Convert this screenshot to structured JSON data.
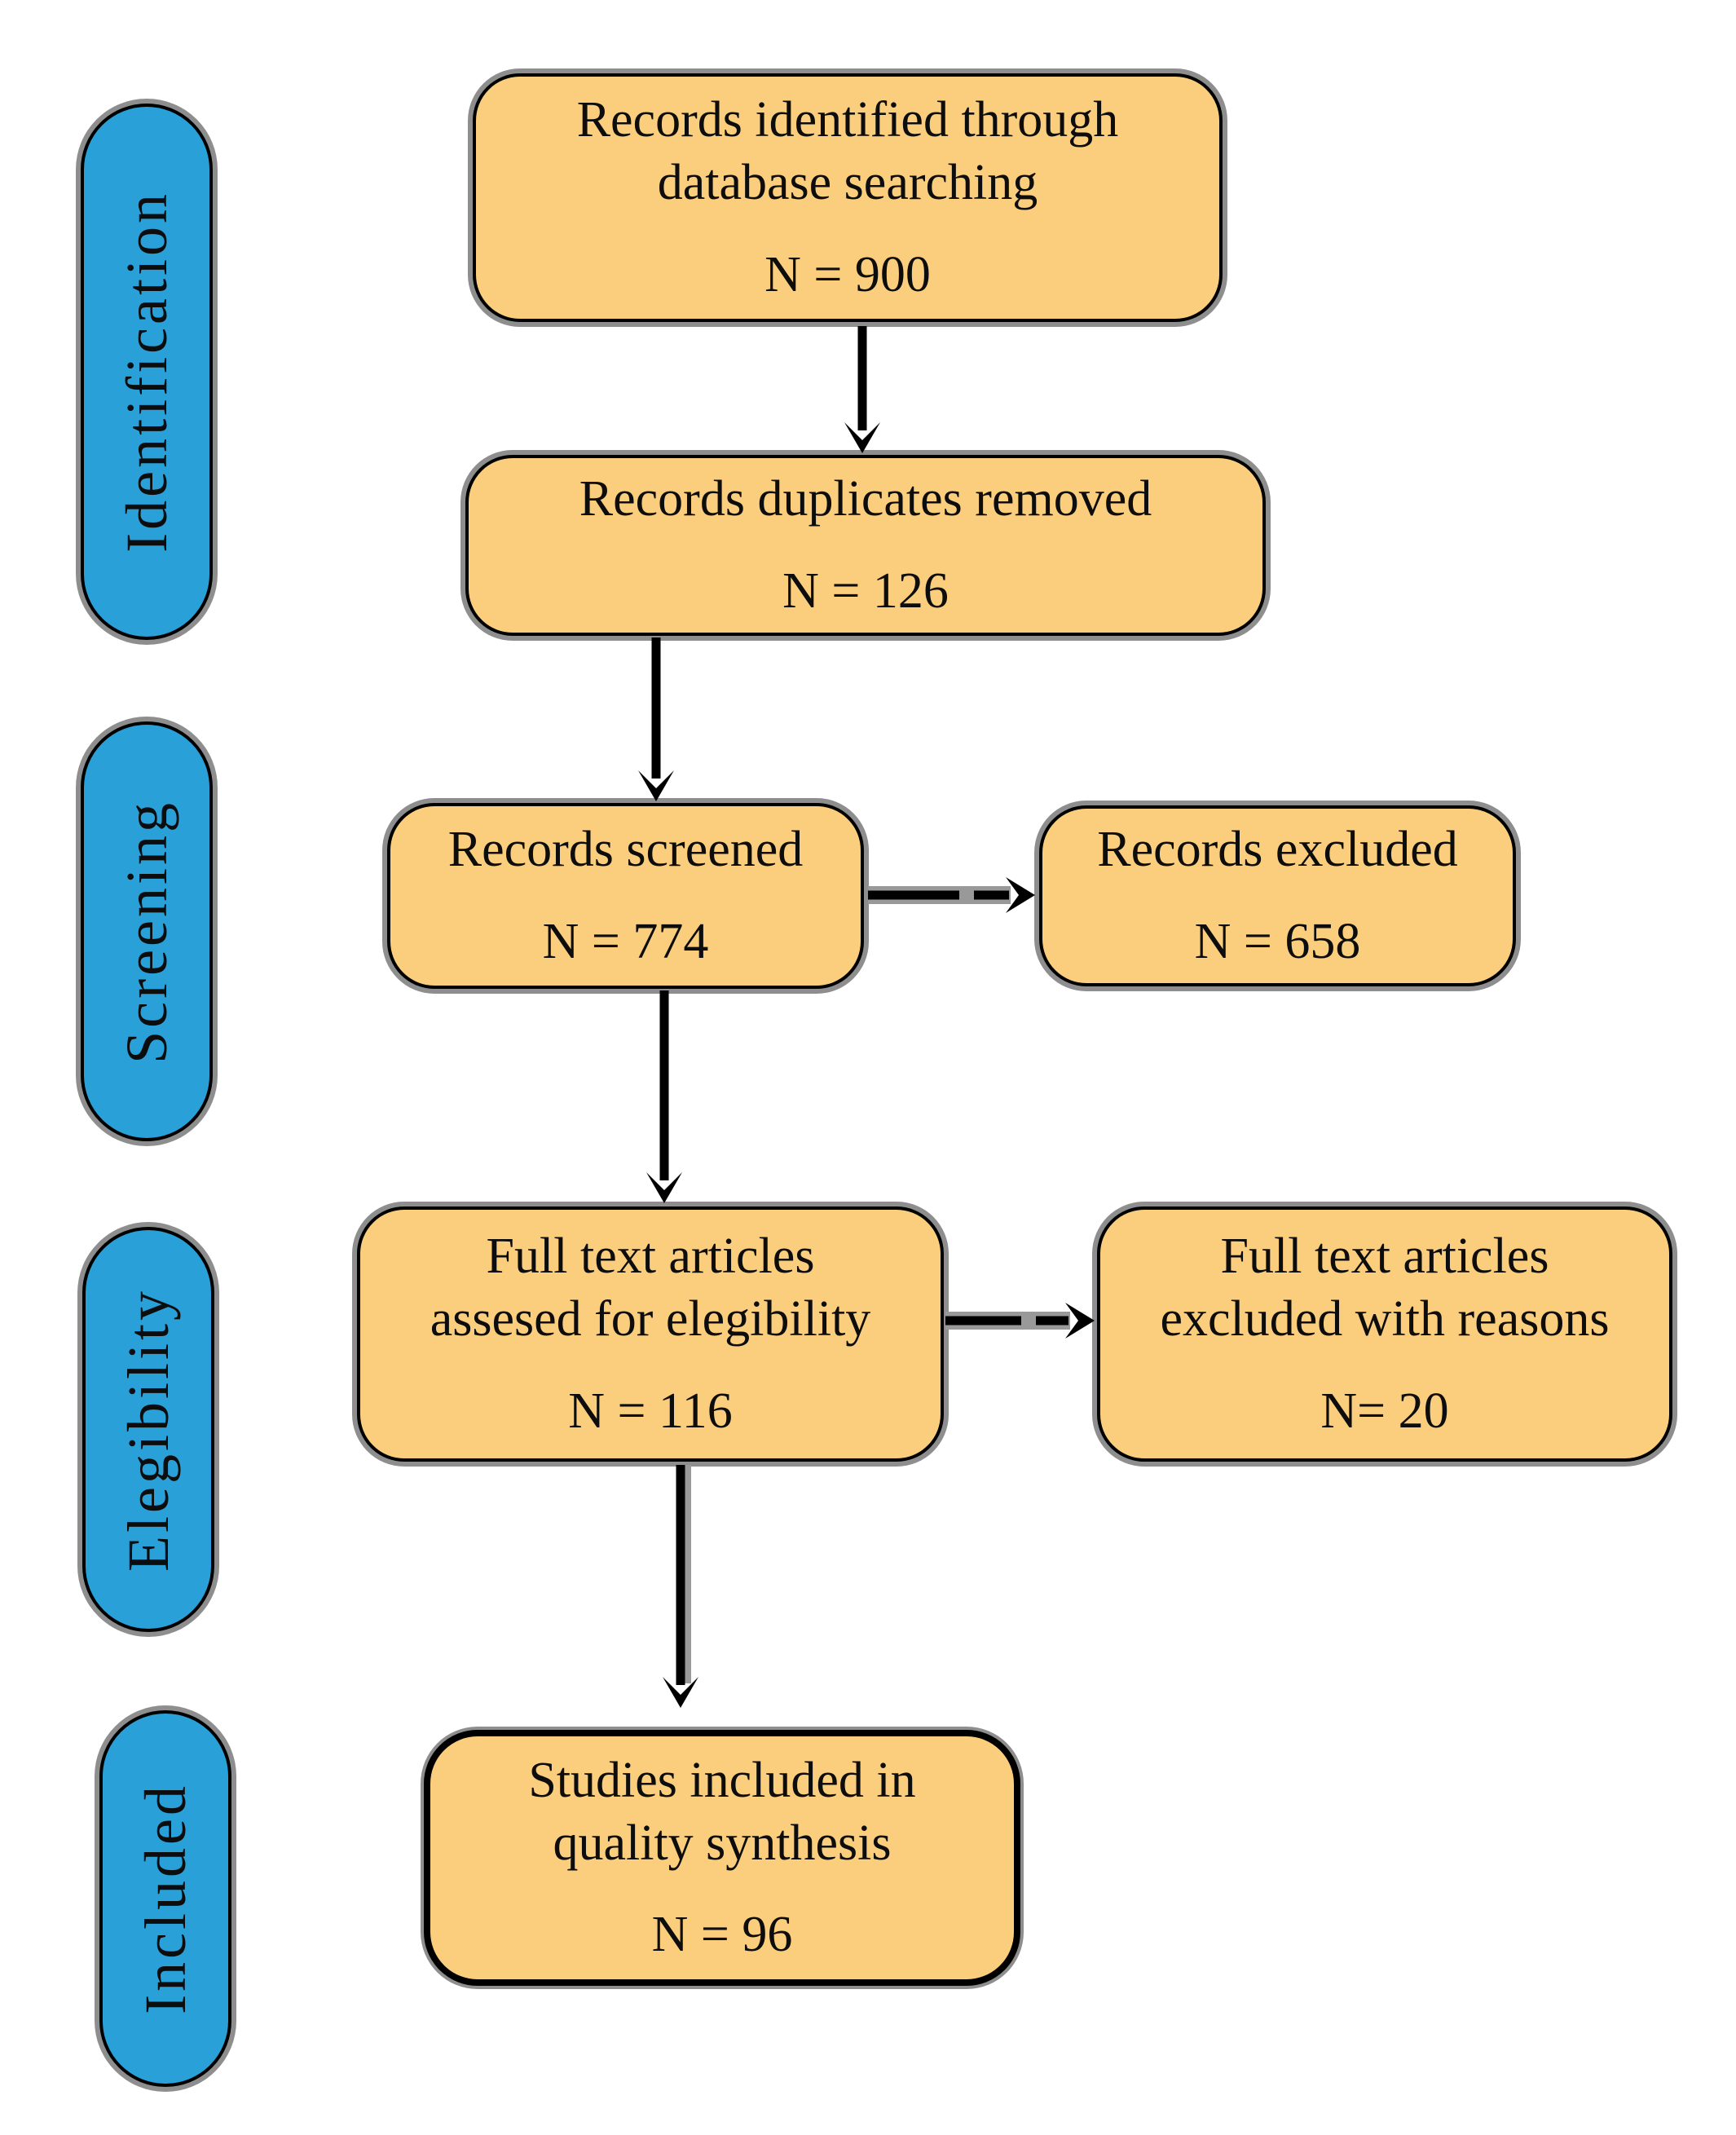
{
  "figure": {
    "type": "prisma-flow-diagram"
  },
  "colors": {
    "box_fill": "#FBCE7D",
    "stage_fill": "#2AA0D9",
    "border": "#000000",
    "shadow": "#8E8E8E",
    "arrow": "#000000",
    "text": "#0D0D0D"
  },
  "stages": [
    {
      "label": "Identification"
    },
    {
      "label": "Screening"
    },
    {
      "label": "Elegibility"
    },
    {
      "label": "Included"
    }
  ],
  "boxes": {
    "identified": {
      "line1": "Records identified through",
      "line2": "database searching",
      "count": "N = 900"
    },
    "duplicates_removed": {
      "line1": "Records duplicates removed",
      "count": "N = 126"
    },
    "screened": {
      "line1": "Records screened",
      "count": "N = 774"
    },
    "excluded": {
      "line1": "Records excluded",
      "count": "N = 658"
    },
    "fulltext_assessed": {
      "line1": "Full text articles",
      "line2": "assesed for elegibility",
      "count": "N = 116"
    },
    "fulltext_excluded": {
      "line1": "Full text articles",
      "line2": "excluded with reasons",
      "count": "N= 20"
    },
    "studies_included": {
      "line1": "Studies included in",
      "line2": "quality synthesis",
      "count": "N = 96"
    }
  }
}
